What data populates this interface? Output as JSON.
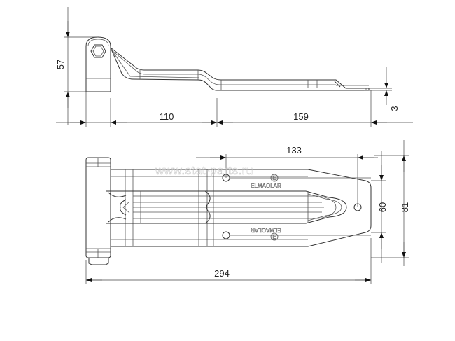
{
  "drawing": {
    "watermark": "www.stat-parts.ru",
    "side_view": {
      "dims": {
        "height": "57",
        "thickness": "3",
        "offset": "110",
        "length": "159"
      }
    },
    "top_view": {
      "dims": {
        "hole_spacing": "133",
        "inner_width": "60",
        "width": "81",
        "total_length": "294"
      },
      "emboss_top": "ELMAOLAR",
      "emboss_bottom": "ELMAOLAR",
      "mark_e": "E"
    }
  }
}
